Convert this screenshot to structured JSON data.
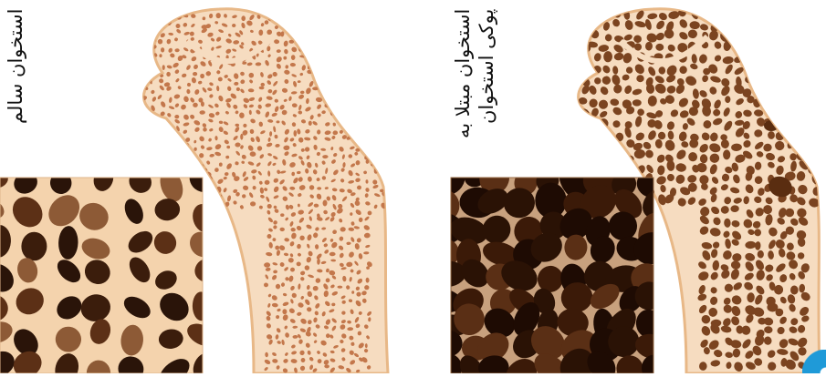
{
  "panels": {
    "healthy": {
      "label": "استخوان سالم"
    },
    "osteoporosis": {
      "label_line1": "استخوان مبتلا به",
      "label_line2": "پوکی استخوان"
    }
  },
  "colors": {
    "bone_outline": "#e8b887",
    "bone_fill": "#f4d3ad",
    "pore_healthy": "#c3774b",
    "pore_osteo": "#7b4420",
    "cortex": "#f6dcc0",
    "accent_blue": "#1f9ad8"
  }
}
